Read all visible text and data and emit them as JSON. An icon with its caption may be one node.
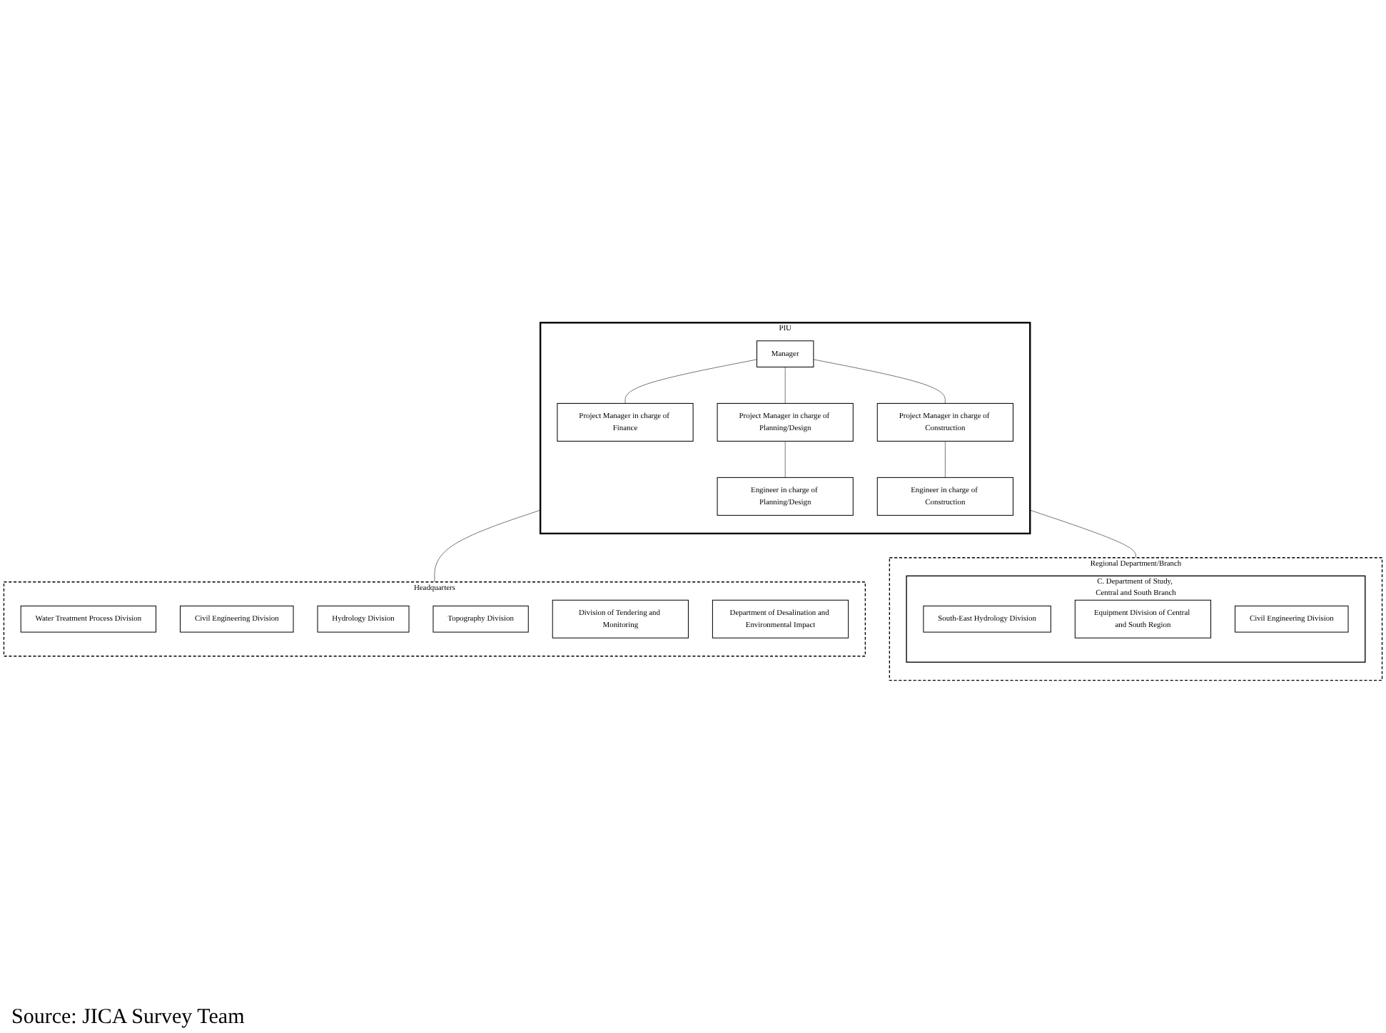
{
  "diagram": {
    "caption": "Source: JICA Survey Team",
    "nodes": [
      {
        "text": [
          "PIU"
        ]
      },
      {
        "text": [
          "Manager"
        ],
        "in": 0
      },
      {
        "text": [
          "Project Manager in charge of Finance"
        ],
        "in": 0
      },
      {
        "text": [
          "Project Manager in charge of Planning/Design"
        ],
        "in": 0
      },
      {
        "text": [
          "Project Manager in charge of Construction"
        ],
        "in": 0
      },
      {
        "text": [
          "Engineer in charge of Planning/Design"
        ],
        "in": 0
      },
      {
        "text": [
          "Engineer in charge of Construction"
        ],
        "in": 0
      },
      {
        "text": [
          "Headquarters"
        ]
      },
      {
        "text": [
          "Water Treatment Process Division"
        ],
        "in": 7
      },
      {
        "text": [
          "Civil Engineering Division"
        ],
        "in": 7
      },
      {
        "text": [
          "Hydrology Division"
        ],
        "in": 7
      },
      {
        "text": [
          "Topography Division"
        ],
        "in": 7
      },
      {
        "text": [
          "Division of Tendering and Monitoring"
        ],
        "in": 7
      },
      {
        "text": [
          "Department of Desalination and Environmental Impact"
        ],
        "in": 7
      },
      {
        "text": [
          "Regional Department/Branch"
        ]
      },
      {
        "text": [
          "C. Department of Study, Central and South Branch"
        ],
        "in": 14
      },
      {
        "text": [
          "South-East Hydrology Division"
        ],
        "in": 15
      },
      {
        "text": [
          "Equipment Division of Central and South Region"
        ],
        "in": 15
      },
      {
        "text": [
          "Civil Engineering Division"
        ],
        "in": 15
      }
    ],
    "edges": [
      {
        "from": 1,
        "to": 2,
        "arrow": "none"
      },
      {
        "from": 1,
        "to": 3,
        "arrow": "none"
      },
      {
        "from": 1,
        "to": 4,
        "arrow": "none"
      },
      {
        "from": 3,
        "to": 5,
        "arrow": "none"
      },
      {
        "from": 4,
        "to": 6,
        "arrow": "none"
      },
      {
        "from": 0,
        "to": 7,
        "arrow": "none"
      },
      {
        "from": 0,
        "to": 14,
        "arrow": "none"
      }
    ]
  }
}
